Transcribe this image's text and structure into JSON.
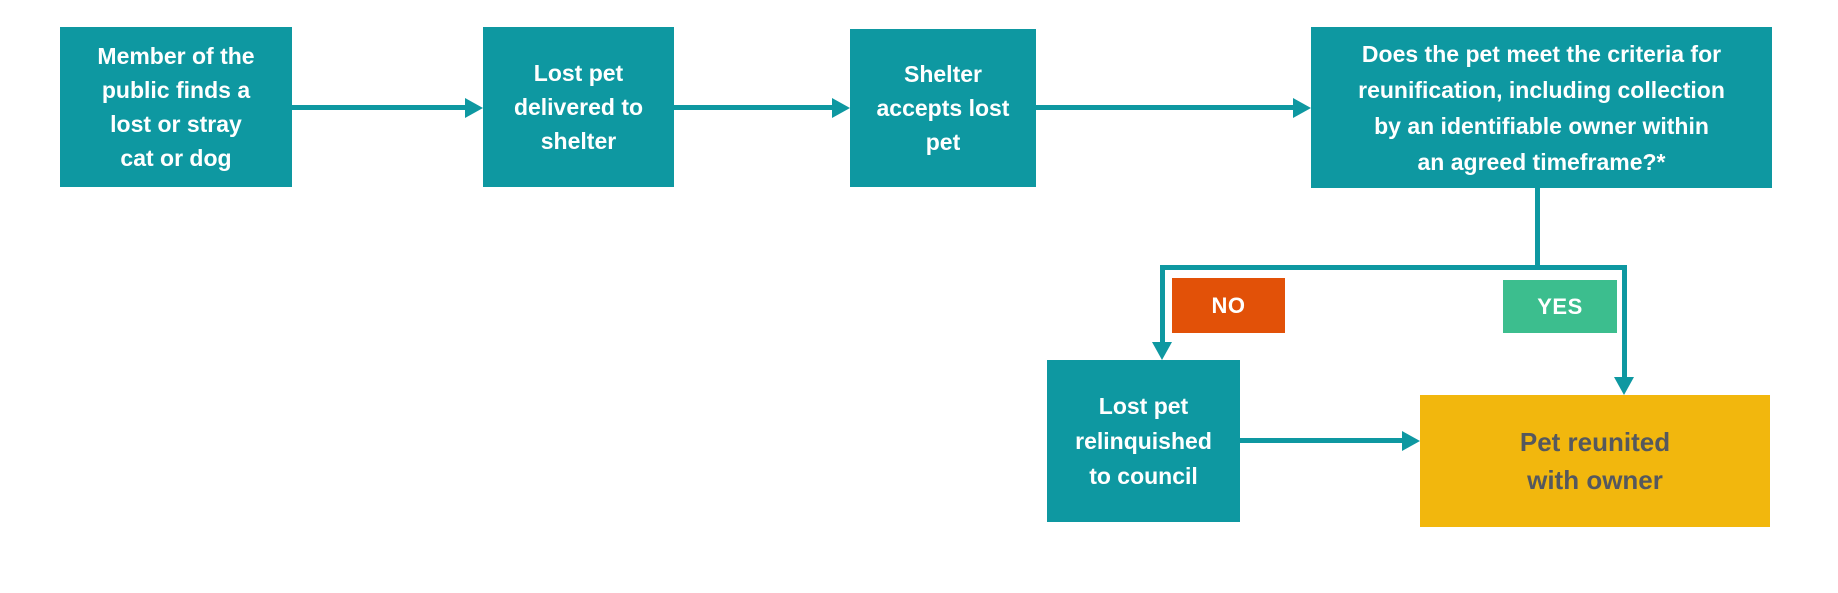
{
  "flowchart": {
    "nodes": {
      "find": "Member of the\npublic finds a\nlost or stray\ncat or dog",
      "deliver": "Lost pet\ndelivered to\nshelter",
      "accept": "Shelter\naccepts lost\npet",
      "criteria": "Does the pet meet the criteria for\nreunification, including collection\nby an identifiable owner within\nan agreed timeframe?*",
      "council": "Lost pet\nrelinquished\nto council",
      "reunited": "Pet reunited\nwith owner"
    },
    "branches": {
      "no": "NO",
      "yes": "YES"
    },
    "colors": {
      "process_box": "#0E98A1",
      "no_badge": "#E25108",
      "yes_badge": "#3CBE8E",
      "outcome_box": "#F2B70D",
      "outcome_text": "#55585E",
      "box_text": "#FFFFFF",
      "connector": "#0E98A1",
      "background": "#FFFFFF"
    }
  }
}
